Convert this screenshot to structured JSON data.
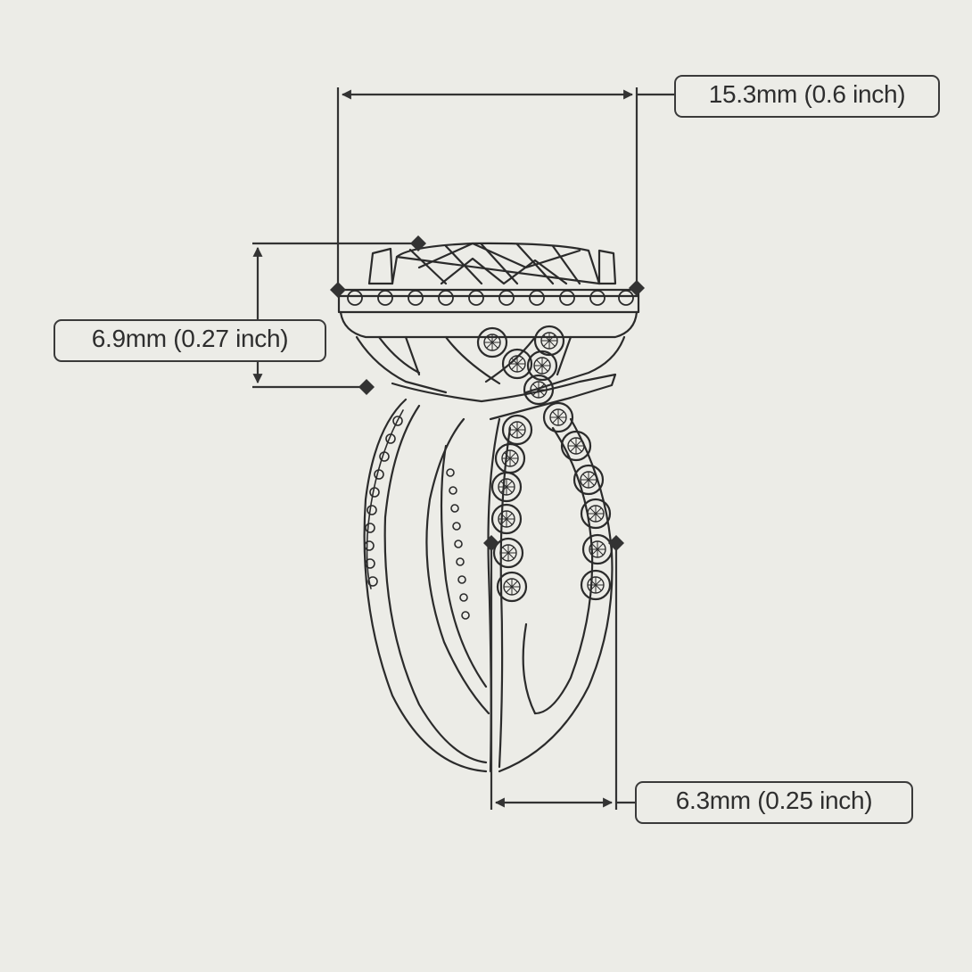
{
  "diagram": {
    "subject": "ring-technical-drawing",
    "colors": {
      "background": "#ecece7",
      "line": "#2b2b2b"
    },
    "dimensions": [
      {
        "id": "width",
        "label": "15.3mm (0.6 inch)"
      },
      {
        "id": "height",
        "label": "6.9mm (0.27 inch)"
      },
      {
        "id": "band",
        "label": "6.3mm (0.25 inch)"
      }
    ]
  }
}
